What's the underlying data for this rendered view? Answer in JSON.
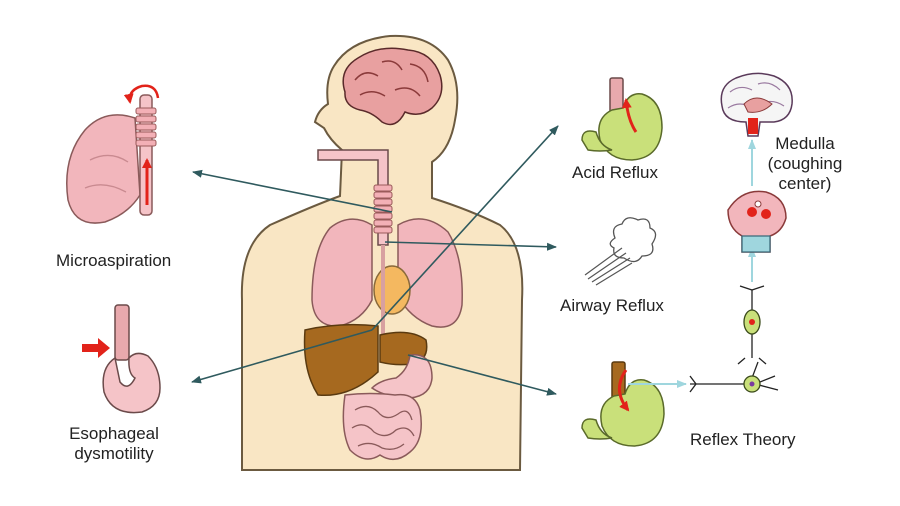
{
  "labels": {
    "microaspiration": "Microaspiration",
    "esophageal_line1": "Esophageal",
    "esophageal_line2": "dysmotility",
    "acid_reflux": "Acid Reflux",
    "airway_reflux": "Airway Reflux",
    "reflex_theory": "Reflex Theory",
    "medulla_line1": "Medulla",
    "medulla_line2": "(coughing",
    "medulla_line3": "center)"
  },
  "colors": {
    "skin": "#f9e6c4",
    "skin_outline": "#6b5a40",
    "lung": "#f2b6bc",
    "liver": "#a6691f",
    "stomach_green": "#c9e07a",
    "stomach_pink": "#f5c4c8",
    "esophagus": "#e8a9ad",
    "brain": "#e8a0a0",
    "arrow_dark": "#2f5a5e",
    "arrow_light": "#9fd6de",
    "red": "#e2231a"
  }
}
